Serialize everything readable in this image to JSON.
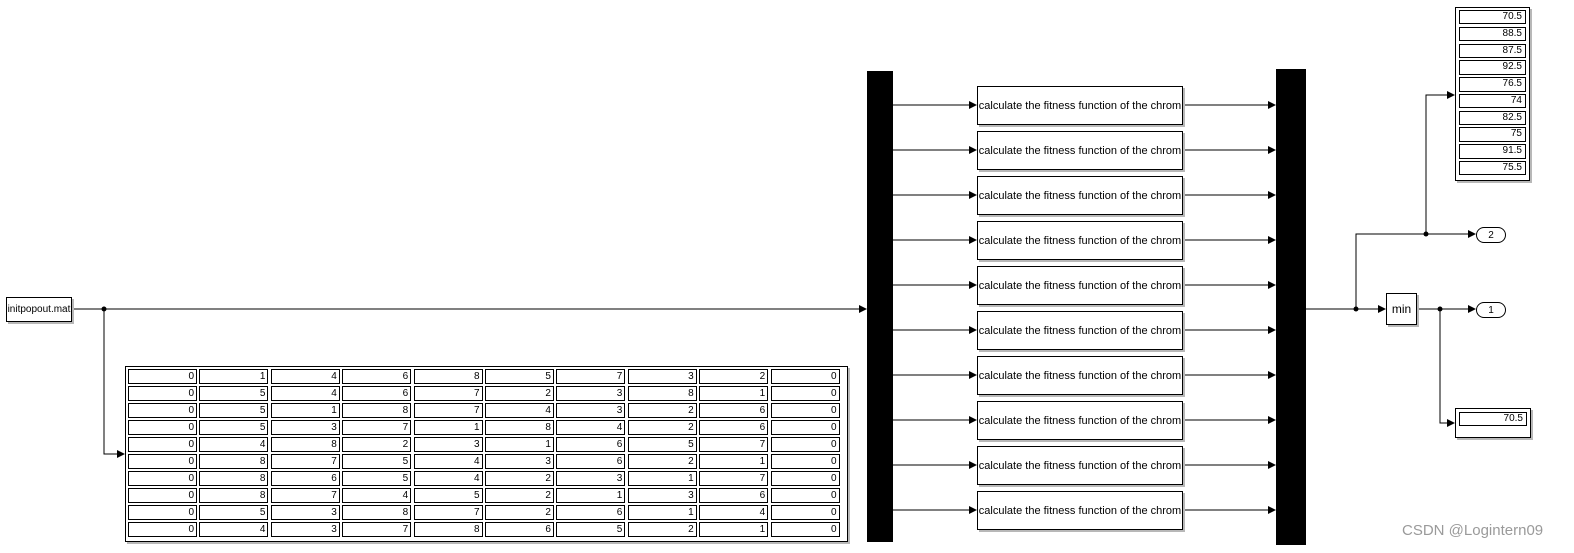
{
  "source_block": {
    "label": "initpopout.mat"
  },
  "fitness_blocks": [
    "calculate the fitness function of the chrom",
    "calculate the fitness function of the chrom",
    "calculate the fitness function of the chrom",
    "calculate the fitness function of the chrom",
    "calculate the fitness function of the chrom",
    "calculate the fitness function of the chrom",
    "calculate the fitness function of the chrom",
    "calculate the fitness function of the chrom",
    "calculate the fitness function of the chrom",
    "calculate the fitness function of the chrom"
  ],
  "min_block": {
    "label": "min"
  },
  "matrix_display": [
    [
      0,
      1,
      4,
      6,
      8,
      5,
      7,
      3,
      2,
      0
    ],
    [
      0,
      5,
      4,
      6,
      7,
      2,
      3,
      8,
      1,
      0
    ],
    [
      0,
      5,
      1,
      8,
      7,
      4,
      3,
      2,
      6,
      0
    ],
    [
      0,
      5,
      3,
      7,
      1,
      8,
      4,
      2,
      6,
      0
    ],
    [
      0,
      4,
      8,
      2,
      3,
      1,
      6,
      5,
      7,
      0
    ],
    [
      0,
      8,
      7,
      5,
      4,
      3,
      6,
      2,
      1,
      0
    ],
    [
      0,
      8,
      6,
      5,
      4,
      2,
      3,
      1,
      7,
      0
    ],
    [
      0,
      8,
      7,
      4,
      5,
      2,
      1,
      3,
      6,
      0
    ],
    [
      0,
      5,
      3,
      8,
      7,
      2,
      6,
      1,
      4,
      0
    ],
    [
      0,
      4,
      3,
      7,
      8,
      6,
      5,
      2,
      1,
      0
    ]
  ],
  "fitness_display": [
    "70.5",
    "88.5",
    "87.5",
    "92.5",
    "76.5",
    "74",
    "82.5",
    "75",
    "91.5",
    "75.5"
  ],
  "min_display": "70.5",
  "out_port_2": "2",
  "out_port_1": "1",
  "watermark": "CSDN @Logintern09"
}
